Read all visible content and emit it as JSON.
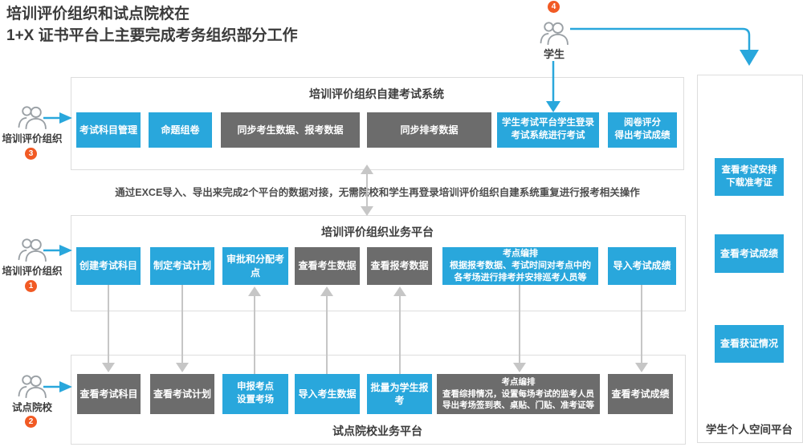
{
  "page": {
    "title": "培训评价组织和试点院校在\n1+X 证书平台上主要完成考务组织部分工作"
  },
  "colors": {
    "accent_blue": "#29a7dc",
    "button_gray": "#6c6c6c",
    "badge_orange": "#f15a24",
    "connector_gray": "#c6c6c6",
    "text_dark": "#3b3b3b"
  },
  "actors": {
    "student": {
      "label": "学生",
      "badge": "4"
    },
    "training_org_self": {
      "label": "培训评价组织",
      "badge": "3"
    },
    "training_org_business": {
      "label": "培训评价组织",
      "badge": "1"
    },
    "pilot_school": {
      "label": "试点院校",
      "badge": "2"
    }
  },
  "bridge_note": "通过EXCE导入、导出来完成2个平台的数据对接，无需院校和学生再登录培训评价组织自建系统重复进行报考相关操作",
  "self_exam_system": {
    "title": "培训评价组织自建考试系统",
    "buttons": [
      {
        "label": "考试科目管理"
      },
      {
        "label": "命题组卷"
      },
      {
        "label": "同步考生数据、报考数据"
      },
      {
        "label": "同步排考数据"
      },
      {
        "label": "学生考试平台学生登录\n考试系统进行考试"
      },
      {
        "label": "阅卷评分\n得出考试成绩"
      }
    ]
  },
  "org_business_platform": {
    "title": "培训评价组织业务平台",
    "buttons": [
      {
        "label": "创建考试科目"
      },
      {
        "label": "制定考试计划"
      },
      {
        "label": "审批和分配考点"
      },
      {
        "label": "查看考生数据"
      },
      {
        "label": "查看报考数据"
      },
      {
        "label": "考点编排\n根据报考数据、考试时间对考点中的\n各考场进行排考并安排巡考人员等"
      },
      {
        "label": "导入考试成绩"
      }
    ]
  },
  "school_business_platform": {
    "title": "试点院校业务平台",
    "buttons": [
      {
        "label": "查看考试科目"
      },
      {
        "label": "查看考试计划"
      },
      {
        "label": "申报考点\n设置考场"
      },
      {
        "label": "导入考生数据"
      },
      {
        "label": "批量为学生报考"
      },
      {
        "label": "考点编排\n查看综排情况，设置每场考试的监考人员\n导出考场签到表、桌贴、门贴、准考证等"
      },
      {
        "label": "查看考试成绩"
      }
    ]
  },
  "student_space_platform": {
    "title": "学生个人空间平台",
    "buttons": [
      {
        "label": "查看考试安排\n下载准考证"
      },
      {
        "label": "查看考试成绩"
      },
      {
        "label": "查看获证情况"
      }
    ]
  }
}
